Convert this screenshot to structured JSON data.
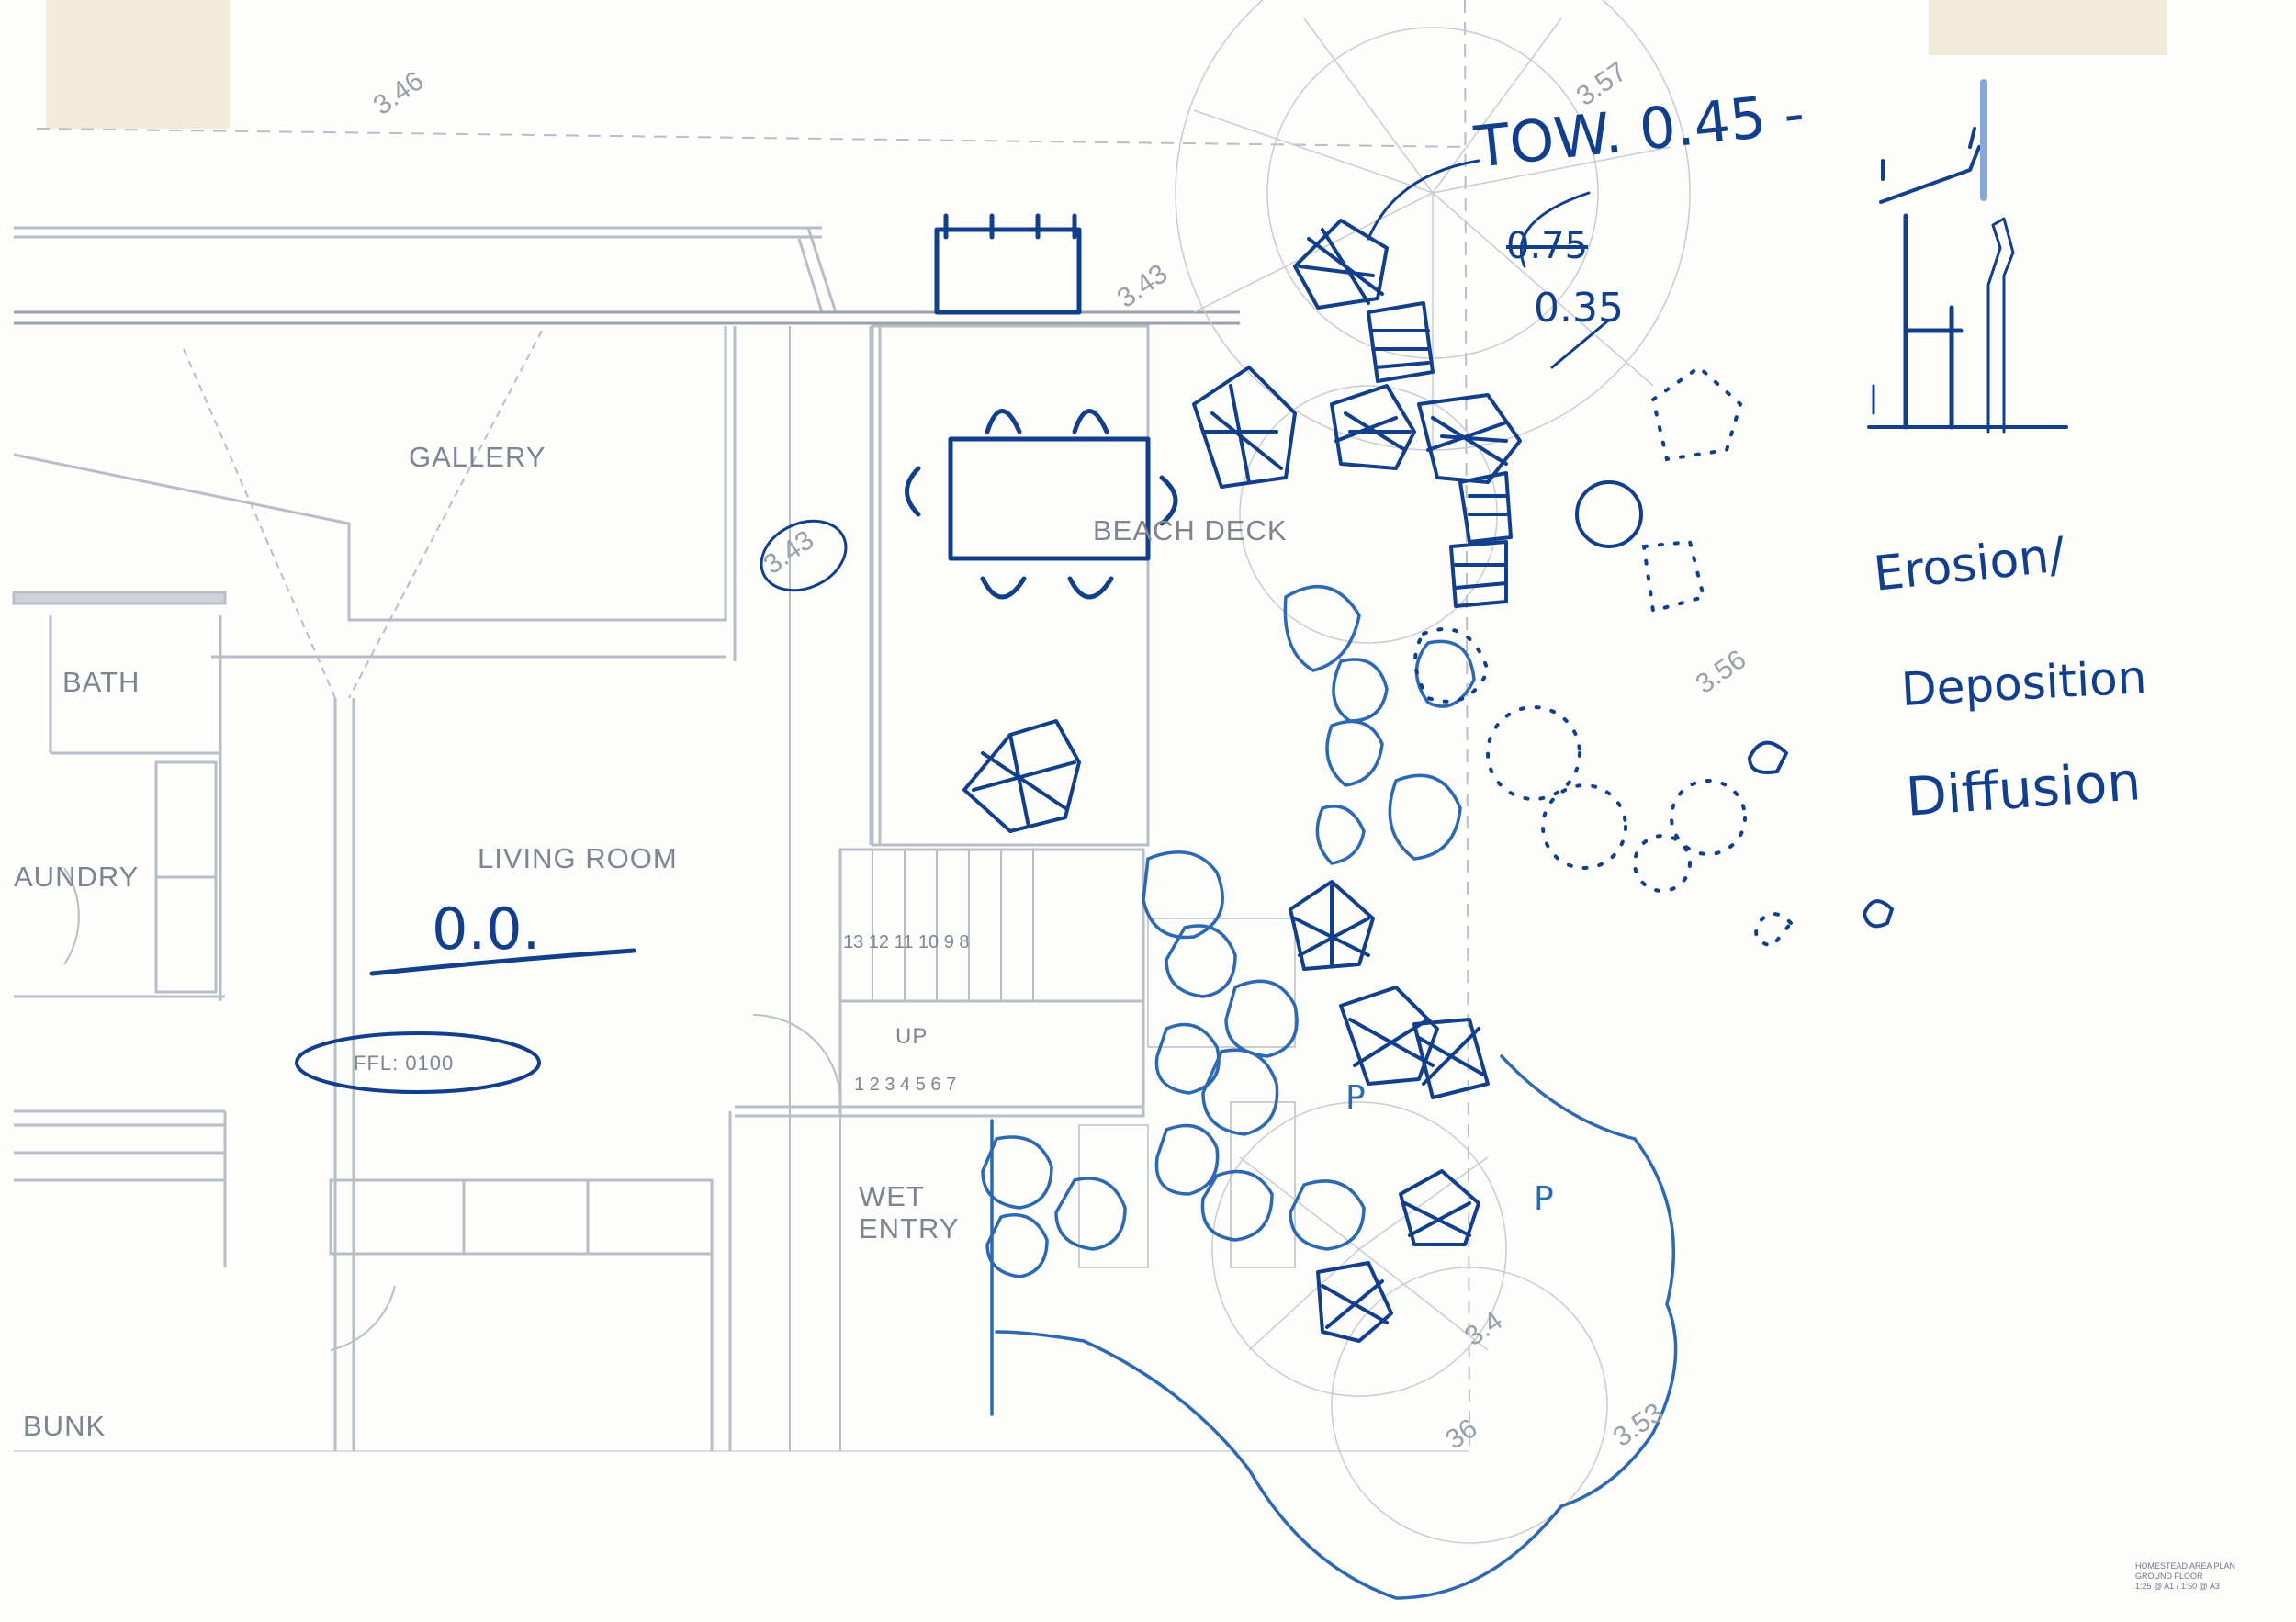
{
  "rooms": {
    "gallery": "GALLERY",
    "bath": "BATH",
    "laundry": "AUNDRY",
    "living": "LIVING ROOM",
    "beach_deck": "BEACH DECK",
    "up": "UP",
    "wet_entry_1": "WET",
    "wet_entry_2": "ENTRY",
    "bunk": "BUNK",
    "stairs_upper": "13 12 11 10 9  8",
    "stairs_lower": "1  2  3  4  5  6  7"
  },
  "levels": {
    "l_346": "3.46",
    "l_357": "3.57",
    "l_343_top": "3.43",
    "l_356": "3.56",
    "l_343_circled": "3.43",
    "l_353": "3.53",
    "l_36": "36",
    "l_34": "3.4"
  },
  "floor_level": {
    "ffl": "FFL: 0100"
  },
  "annotations": {
    "tow": "TOW. 0.45 -",
    "top_075": "0.75",
    "top_035": "0.35",
    "living_level": "0.0.",
    "erosion": "Erosion/",
    "deposition": "Deposition",
    "diffusion": "Diffusion",
    "p_mark_1": "P",
    "p_mark_2": "P"
  },
  "title_block": {
    "line1": "HOMESTEAD AREA PLAN",
    "line2": "GROUND FLOOR",
    "line3": "1:25 @ A1 / 1:50 @ A3"
  },
  "colors": {
    "plan_line": "#b8bec6",
    "plan_dark": "#8e969f",
    "ink": "#123f8c",
    "ink_light": "#2d69b3",
    "paper": "#fdfdfb"
  }
}
